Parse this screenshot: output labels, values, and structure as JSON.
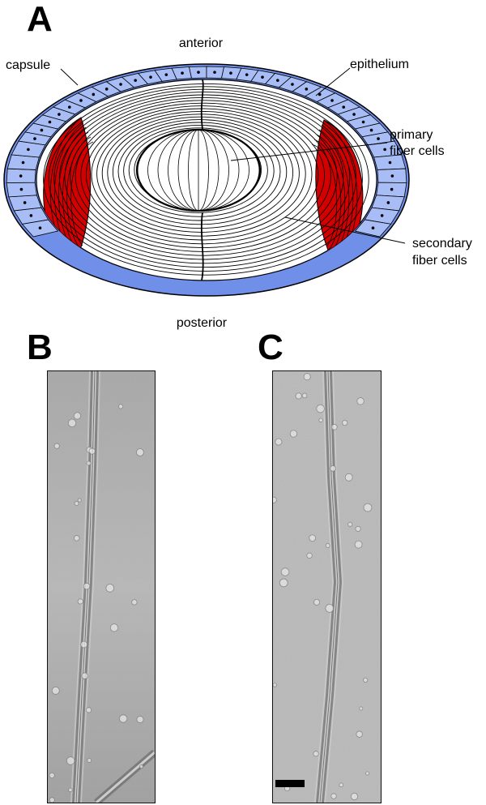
{
  "panels": {
    "a": {
      "letter": "A"
    },
    "b": {
      "letter": "B"
    },
    "c": {
      "letter": "C"
    }
  },
  "diagram": {
    "labels": {
      "anterior": "anterior",
      "posterior": "posterior",
      "capsule": "capsule",
      "epithelium": "epithelium",
      "primary_line1": "primary",
      "primary_line2": "fiber cells",
      "secondary_line1": "secondary",
      "secondary_line2": "fiber cells"
    },
    "colors": {
      "capsule": "#6f8fe8",
      "epithelium_cell": "#a8bdf5",
      "differentiating_fiber": "#d40000",
      "fiber_fill": "#ffffff",
      "line": "#000000"
    }
  },
  "micrographs": {
    "background_gray": "#b9b9b9",
    "filament_dark": "#5a5a5a",
    "filament_light": "#d6d6d6",
    "scale_bar_color": "#000000"
  }
}
